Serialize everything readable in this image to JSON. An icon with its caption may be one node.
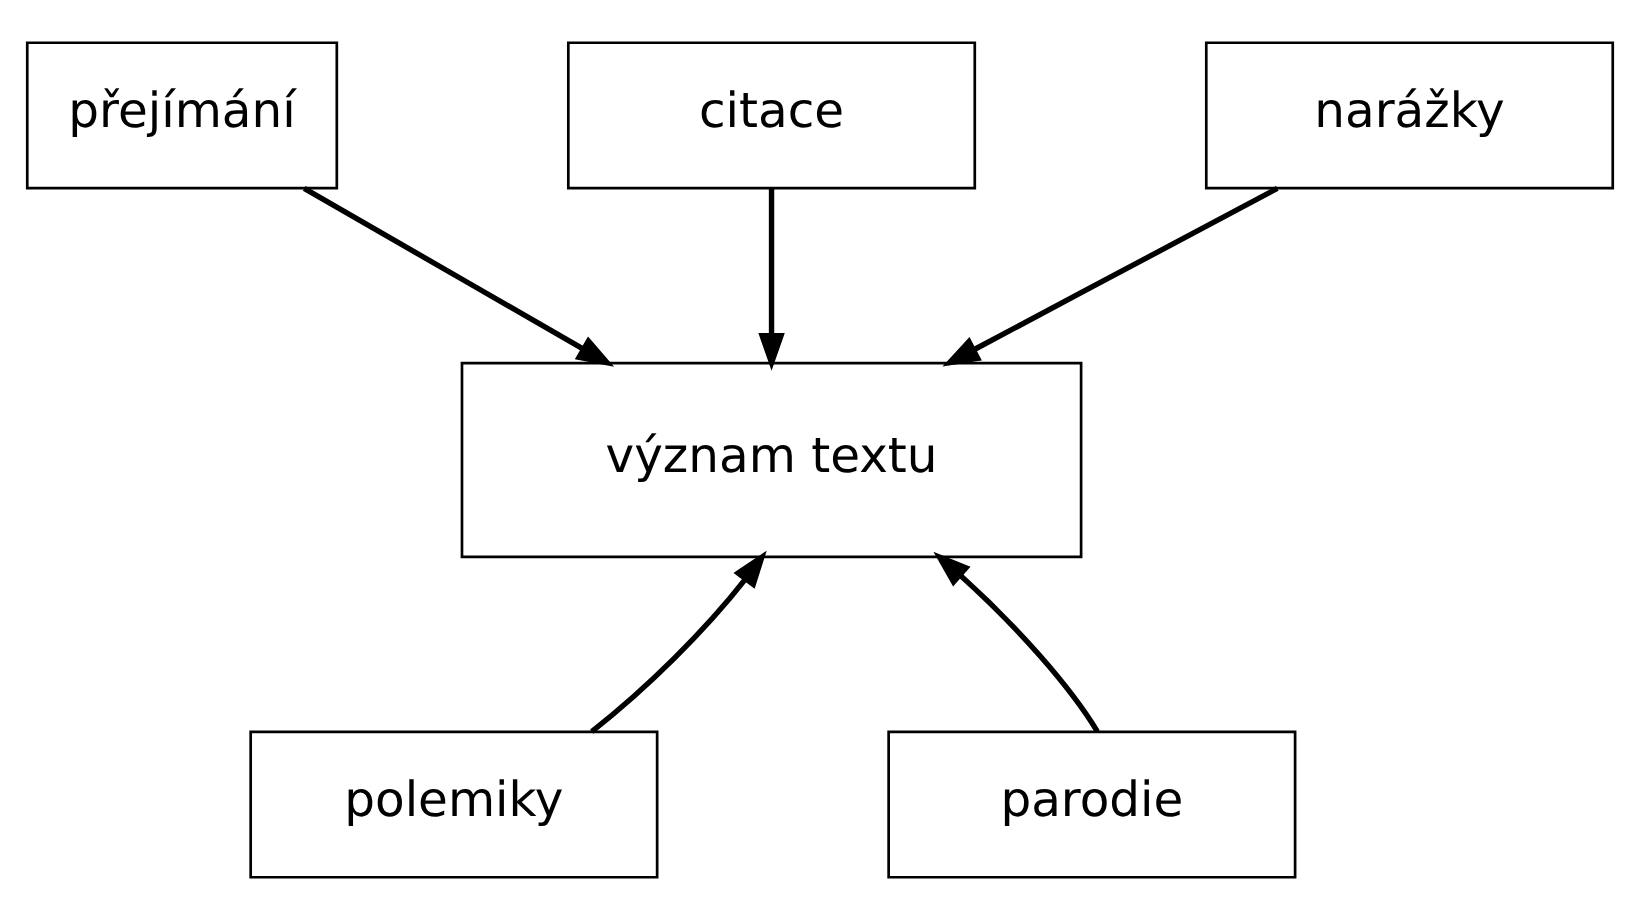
{
  "diagram": {
    "nodes": [
      {
        "text": [
          "přejímání"
        ]
      },
      {
        "text": [
          "citace"
        ]
      },
      {
        "text": [
          "narážky"
        ]
      },
      {
        "text": [
          "význam textu"
        ]
      },
      {
        "text": [
          "polemiky"
        ]
      },
      {
        "text": [
          "parodie"
        ]
      }
    ],
    "edges": [
      {
        "from": 0,
        "to": 3,
        "arrow": "to"
      },
      {
        "from": 1,
        "to": 3,
        "arrow": "to"
      },
      {
        "from": 2,
        "to": 3,
        "arrow": "to"
      },
      {
        "from": 4,
        "to": 3,
        "arrow": "to"
      },
      {
        "from": 5,
        "to": 3,
        "arrow": "to"
      }
    ]
  }
}
